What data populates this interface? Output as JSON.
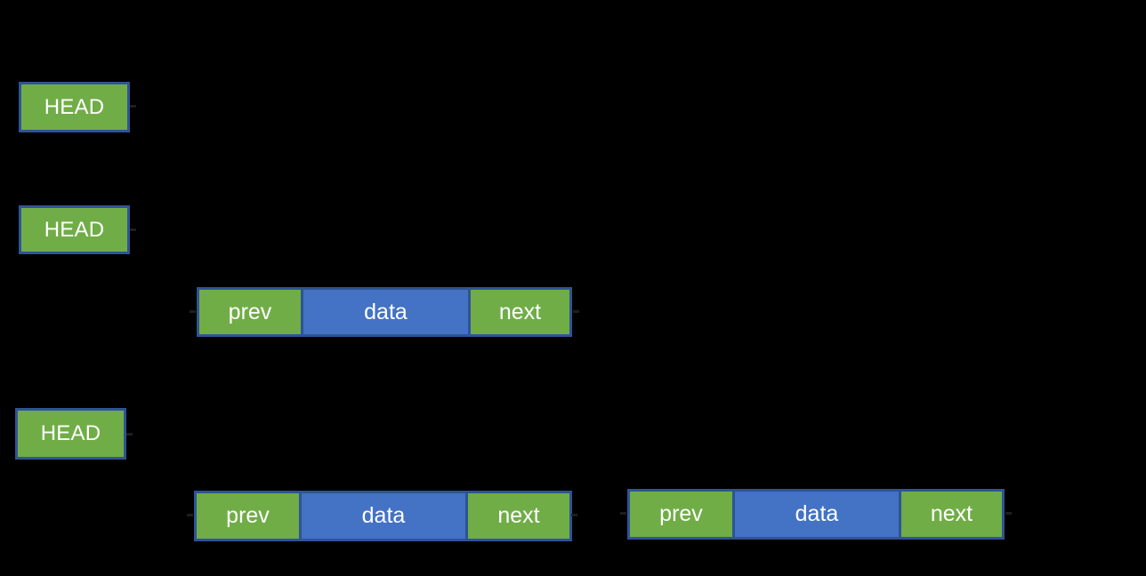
{
  "diagram": {
    "type": "doubly-linked-list",
    "background_color": "#000000",
    "colors": {
      "head_fill": "#70AD47",
      "prev_next_fill": "#70AD47",
      "data_fill": "#4472C4",
      "box_border": "#2F5496",
      "label_text": "#FFFFFF",
      "arrow": "#000000"
    },
    "heads": [
      {
        "label": "HEAD"
      },
      {
        "label": "HEAD"
      },
      {
        "label": "HEAD"
      }
    ],
    "nodes": [
      {
        "fields": {
          "prev": "prev",
          "data": "data",
          "next": "next"
        }
      },
      {
        "fields": {
          "prev": "prev",
          "data": "data",
          "next": "next"
        }
      },
      {
        "fields": {
          "prev": "prev",
          "data": "data",
          "next": "next"
        }
      }
    ]
  }
}
